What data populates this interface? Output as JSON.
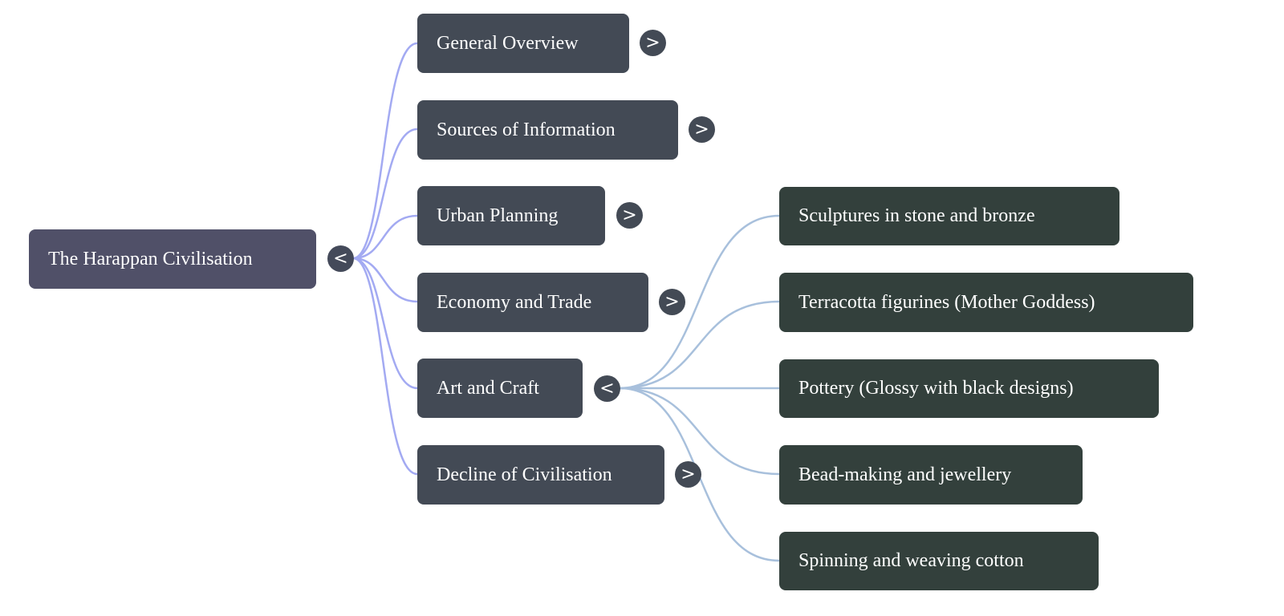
{
  "root": {
    "label": "The Harappan Civilisation",
    "toggle": "<"
  },
  "topics": [
    {
      "label": "General Overview",
      "toggle": ">"
    },
    {
      "label": "Sources of Information",
      "toggle": ">"
    },
    {
      "label": "Urban Planning",
      "toggle": ">"
    },
    {
      "label": "Economy and Trade",
      "toggle": ">"
    },
    {
      "label": "Art and Craft",
      "toggle": "<"
    },
    {
      "label": "Decline of Civilisation",
      "toggle": ">"
    }
  ],
  "art_and_craft_children": [
    {
      "label": "Sculptures in stone and bronze"
    },
    {
      "label": "Terracotta figurines (Mother Goddess)"
    },
    {
      "label": "Pottery (Glossy with black designs)"
    },
    {
      "label": "Bead-making and jewellery"
    },
    {
      "label": "Spinning and weaving cotton"
    }
  ],
  "colors": {
    "root": "#505068",
    "topic": "#434a55",
    "subtopic": "#33403c",
    "root_edge": "#a3aaf2",
    "sub_edge": "#a8c0dc"
  }
}
